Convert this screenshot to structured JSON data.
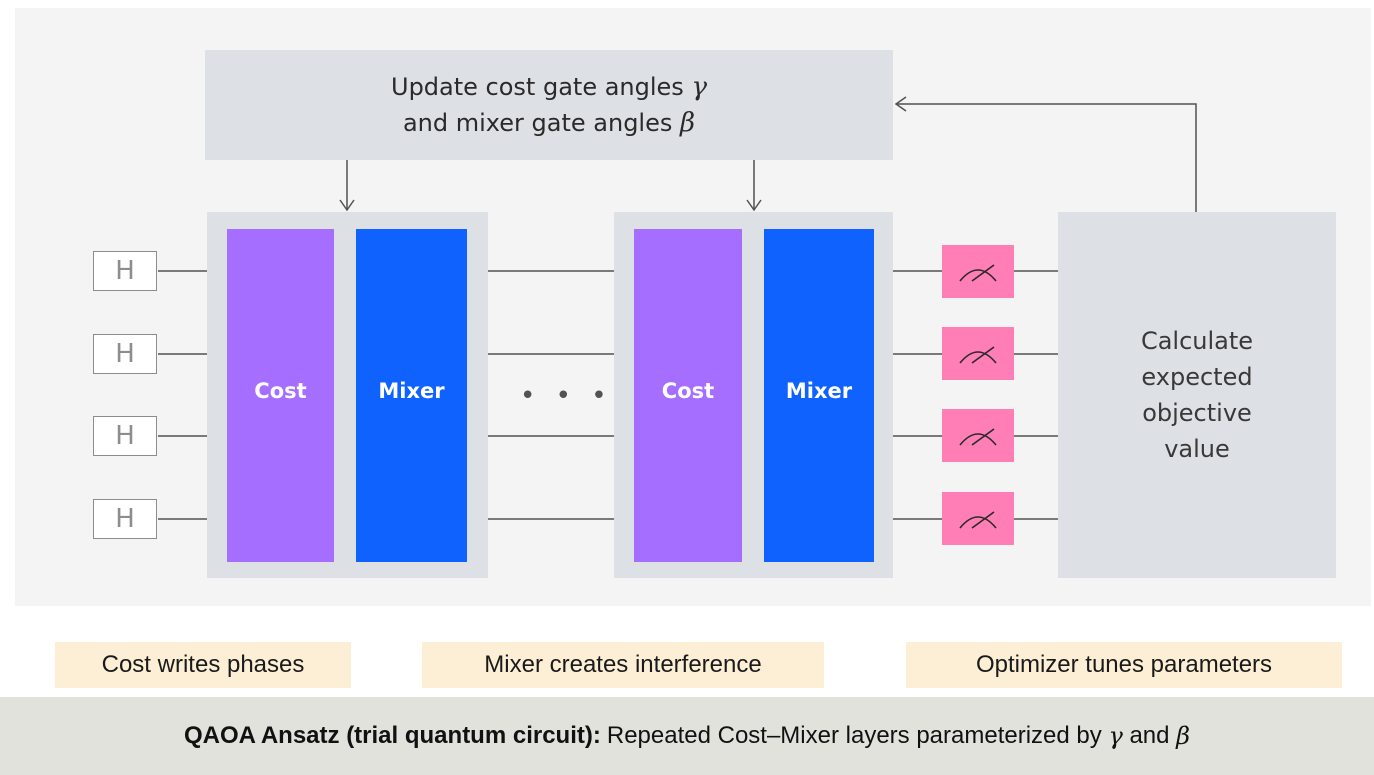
{
  "update_box": {
    "line1": "Update cost gate angles",
    "gamma": "γ",
    "line2": "and mixer gate angles",
    "beta": "β"
  },
  "h_gate": {
    "label": "H"
  },
  "layers": {
    "cost_label": "Cost",
    "mixer_label": "Mixer",
    "ellipsis": "• • •"
  },
  "calc_box": {
    "text": "Calculate expected objective value"
  },
  "notes": [
    "Cost writes phases",
    "Mixer creates interference",
    "Optimizer tunes parameters"
  ],
  "caption": {
    "bold": "QAOA Ansatz (trial quantum circuit):",
    "text": "Repeated Cost–Mixer layers parameterized by",
    "gamma": "γ",
    "and": "and",
    "beta": "β"
  },
  "colors": {
    "cost": "#a56eff",
    "mixer": "#0f62fe",
    "measure": "#ff7eb6",
    "box": "#dde1e6",
    "note": "#fcefd6"
  },
  "icons": {
    "measure": "measurement-meter-icon",
    "arrow": "arrow-icon"
  }
}
